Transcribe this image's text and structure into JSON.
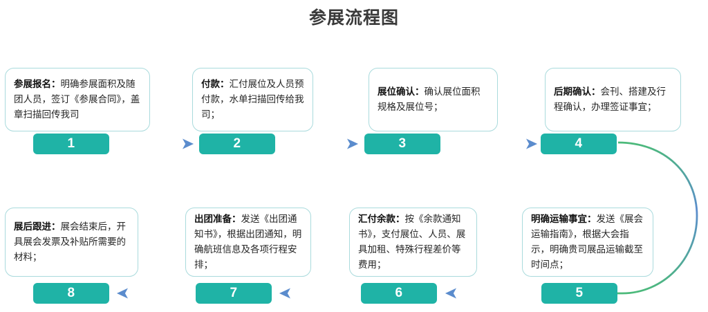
{
  "title": "参展流程图",
  "colors": {
    "badge_fill": "#1fb3a6",
    "badge_text": "#ffffff",
    "box_border": "#a9dadc",
    "box_fill": "#ffffff",
    "arrow_gradient_start": "#4cba7a",
    "arrow_gradient_end": "#5b8ccd",
    "title_text": "#3a3a3a",
    "body_text": "#262626"
  },
  "steps": [
    {
      "number": "1",
      "lead": "参展报名：",
      "body": "明确参展面积及随团人员，签订《参展合同》，盖章扫描回传我司",
      "row": "top"
    },
    {
      "number": "2",
      "lead": "付款：",
      "body": "汇付展位及人员预付款，水单扫描回传给我司；",
      "row": "top"
    },
    {
      "number": "3",
      "lead": "展位确认：",
      "body": "确认展位面积规格及展位号；",
      "row": "top"
    },
    {
      "number": "4",
      "lead": "后期确认：",
      "body": "会刊、搭建及行程确认，办理签证事宜；",
      "row": "top"
    },
    {
      "number": "5",
      "lead": "明确运输事宜：",
      "body": "发送《展会运输指南》，根据大会指示，明确贵司展品运输截至时间点；",
      "row": "bottom"
    },
    {
      "number": "6",
      "lead": "汇付余款：",
      "body": "按《余款通知书》，支付展位、人员、展具加租、特殊行程差价等费用；",
      "row": "bottom"
    },
    {
      "number": "7",
      "lead": "出团准备：",
      "body": "发送《出团通知书》，根据出团通知，明确航班信息及各项行程安排；",
      "row": "bottom"
    },
    {
      "number": "8",
      "lead": "展后跟进：",
      "body": "展会结束后，开具展会发票及补贴所需要的材料；",
      "row": "bottom"
    }
  ],
  "connectors": [
    {
      "from": "1",
      "to": "2",
      "direction": "right"
    },
    {
      "from": "2",
      "to": "3",
      "direction": "right"
    },
    {
      "from": "3",
      "to": "4",
      "direction": "right"
    },
    {
      "from": "4",
      "to": "5",
      "direction": "curve-down"
    },
    {
      "from": "5",
      "to": "6",
      "direction": "left"
    },
    {
      "from": "6",
      "to": "7",
      "direction": "left"
    },
    {
      "from": "7",
      "to": "8",
      "direction": "left"
    }
  ]
}
